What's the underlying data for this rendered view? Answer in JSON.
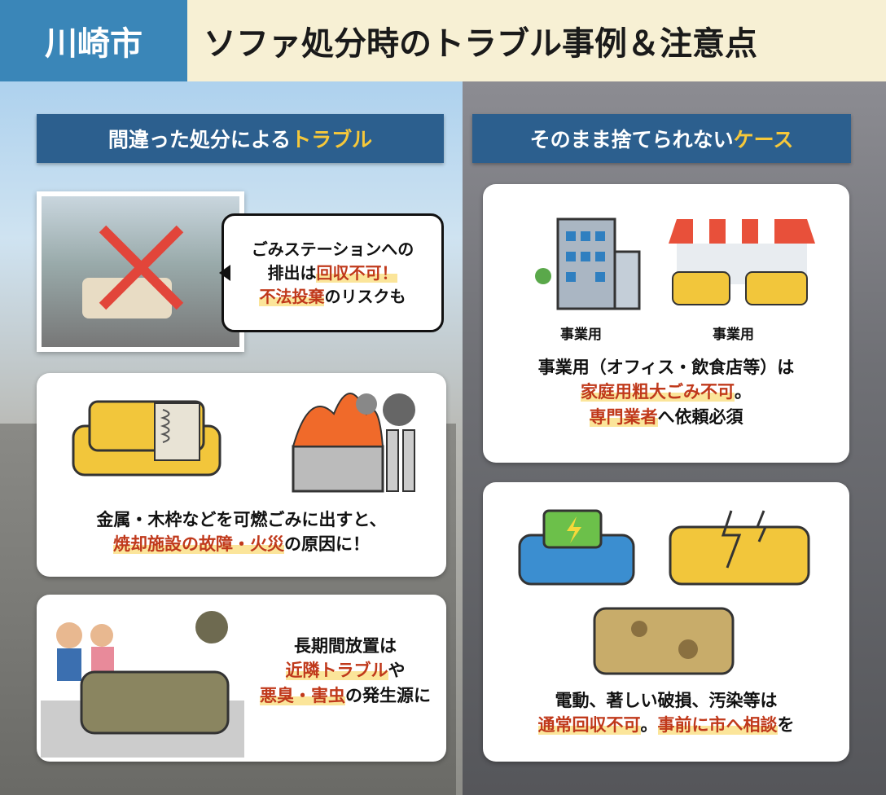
{
  "header": {
    "city": "川崎市",
    "title": "ソファ処分時のトラブル事例＆注意点"
  },
  "left": {
    "banner": {
      "plain": "間違った処分による",
      "accent": "トラブル"
    },
    "bubble": [
      [
        {
          "t": "ごみステーションへの"
        }
      ],
      [
        {
          "t": "排出は"
        },
        {
          "t": "回収不可！",
          "h": true
        }
      ],
      [
        {
          "t": "不法投棄",
          "h": true
        },
        {
          "t": "のリスクも"
        }
      ]
    ],
    "card1": [
      [
        {
          "t": "金属・木枠などを可燃ごみに出すと、"
        }
      ],
      [
        {
          "t": "焼却施設の故障・火災",
          "h": true
        },
        {
          "t": "の原因に！"
        }
      ]
    ],
    "card2": [
      [
        {
          "t": "長期間放置は"
        }
      ],
      [
        {
          "t": "近隣トラブル",
          "h": true
        },
        {
          "t": "や"
        }
      ],
      [
        {
          "t": "悪臭・害虫",
          "h": true
        },
        {
          "t": "の発生源に"
        }
      ]
    ]
  },
  "right": {
    "banner": {
      "plain": "そのまま捨てられない",
      "accent": "ケース"
    },
    "icon_labels": [
      "事業用",
      "事業用"
    ],
    "card1": [
      [
        {
          "t": "事業用（オフィス・飲食店等）は"
        }
      ],
      [
        {
          "t": "家庭用粗大ごみ不可",
          "h": true
        },
        {
          "t": "。"
        }
      ],
      [
        {
          "t": "専門業者",
          "h": true
        },
        {
          "t": "へ依頼必須"
        }
      ]
    ],
    "card2": [
      [
        {
          "t": "電動、著しい破損、汚染等は"
        }
      ],
      [
        {
          "t": "通常回収不可",
          "h": true
        },
        {
          "t": "。"
        },
        {
          "t": "事前に市へ相談",
          "h": true
        },
        {
          "t": "を"
        }
      ]
    ]
  }
}
